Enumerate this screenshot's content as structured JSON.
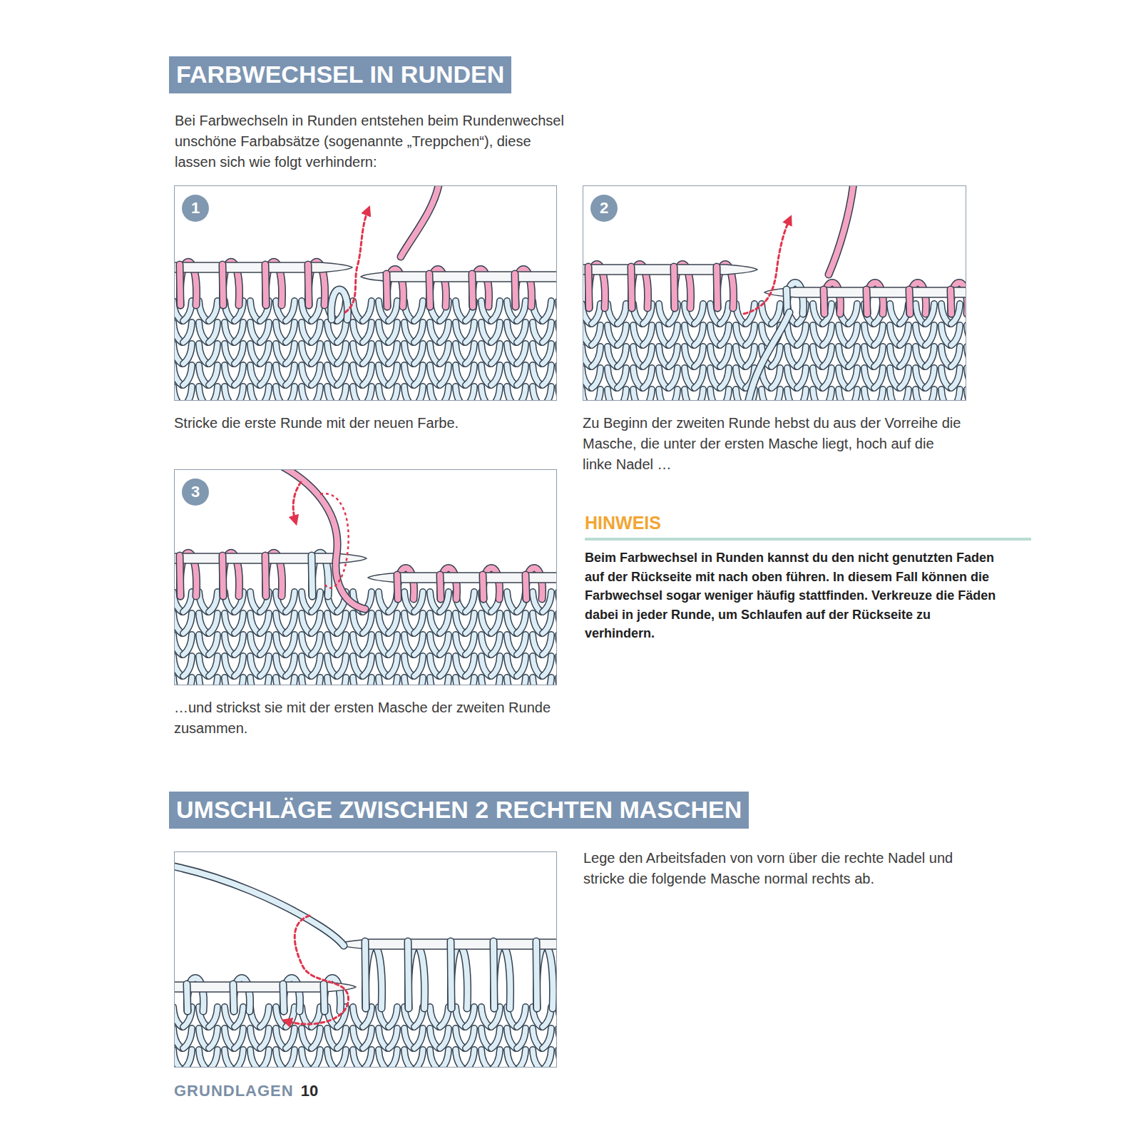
{
  "diagram": {
    "nodes": [
      {
        "text": [
          "FARBWECHSEL IN RUNDEN"
        ]
      },
      {
        "text": [
          "Stricke die erste Runde mit der neuen Farbe."
        ]
      },
      {
        "text": [
          "1"
        ],
        "in": 1
      },
      {
        "text": [
          "Zu Beginn der zweiten Runde hebst du aus der Vorreihe die Masche, die unter der ersten Masche liegt, hoch auf die linke Nadel …"
        ]
      },
      {
        "text": [
          "2"
        ],
        "in": 3
      },
      {
        "text": [
          "…und strickst sie mit der ersten Masche der zweiten Runde zusammen."
        ]
      },
      {
        "text": [
          "3"
        ],
        "in": 5
      },
      {
        "text": [
          "UMSCHLÄGE ZWISCHEN 2 RECHTEN MASCHEN"
        ]
      },
      {
        "text": [
          "Lege den Arbeitsfaden von vorn über die rechte Nadel und stricke die folgende Masche normal rechts ab."
        ]
      }
    ],
    "labels": [
      "Bei Farbwechseln in Runden entstehen beim Rundenwechsel unschöne Farbabsätze (sogenannte „Treppchen“), diese lassen sich wie folgt verhindern:",
      "HINWEIS",
      "Beim Farbwechsel in Runden kannst du den nicht genutzten Faden auf der Rückseite mit nach oben führen. In diesem Fall können die Farbwechsel sogar weniger häufig stattfinden. Verkreuze die Fäden dabei in jeder Runde, um Schlaufen auf der Rückseite zu verhindern.",
      "GRUNDLAGEN",
      "10"
    ]
  }
}
